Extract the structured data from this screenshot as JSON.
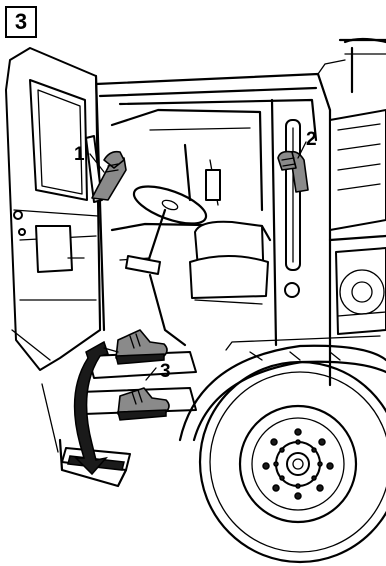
{
  "figure": {
    "panel_number": "3",
    "callouts": [
      "1",
      "2",
      "3"
    ],
    "icons": [
      "hand-on-door-grip-icon",
      "hand-on-grab-handle-icon",
      "boot-on-lower-step-icon",
      "boot-on-upper-step-icon",
      "curved-arrow-icon",
      "front-wheel-icon"
    ]
  }
}
